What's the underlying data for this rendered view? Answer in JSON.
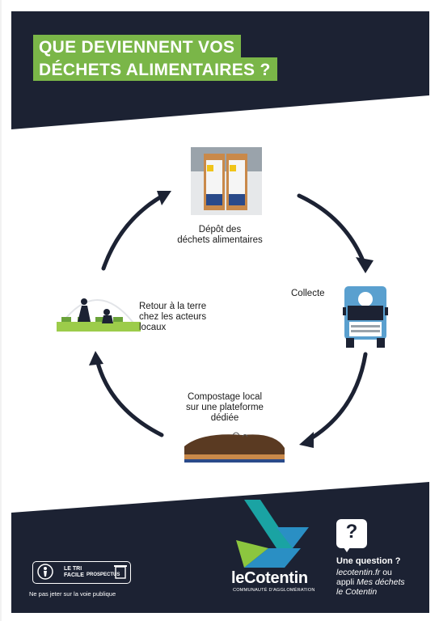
{
  "header": {
    "title_line1": "QUE DEVIENNENT VOS",
    "title_line2": "DÉCHETS ALIMENTAIRES ?"
  },
  "cycle": {
    "steps": [
      {
        "label_line1": "Dépôt des",
        "label_line2": "déchets alimentaires",
        "icon": "compost-bin-icon"
      },
      {
        "label_line1": "Collecte",
        "icon": "garbage-truck-icon"
      },
      {
        "label_line1": "Compostage local",
        "label_line2": "sur une plateforme",
        "label_line3": "dédiée",
        "icon": "compost-soil-icon"
      },
      {
        "label_line1": "Retour à la terre",
        "label_line2": "chez les acteurs",
        "label_line3": "locaux",
        "icon": "farmers-field-icon"
      }
    ]
  },
  "footer": {
    "tri_badge": {
      "line1": "LE TRI",
      "line2": "FACILE",
      "tag": "PROSPECTUS"
    },
    "tri_note": "Ne pas jeter sur la voie publique",
    "logo": {
      "word": "leCotentin",
      "subtitle": "COMMUNAUTÉ D'AGGLOMÉRATION"
    },
    "question": {
      "mark": "?",
      "title": "Une question ?",
      "site": "lecotentin.fr",
      "or": " ou",
      "line2_pre": "appli ",
      "app1": "Mes déchets",
      "app2": "le Cotentin"
    }
  },
  "colors": {
    "navy": "#1c2233",
    "green": "#7ab648",
    "logo_green": "#8cc63f",
    "logo_blue": "#2a8fc4",
    "logo_teal": "#1aa3a3"
  }
}
